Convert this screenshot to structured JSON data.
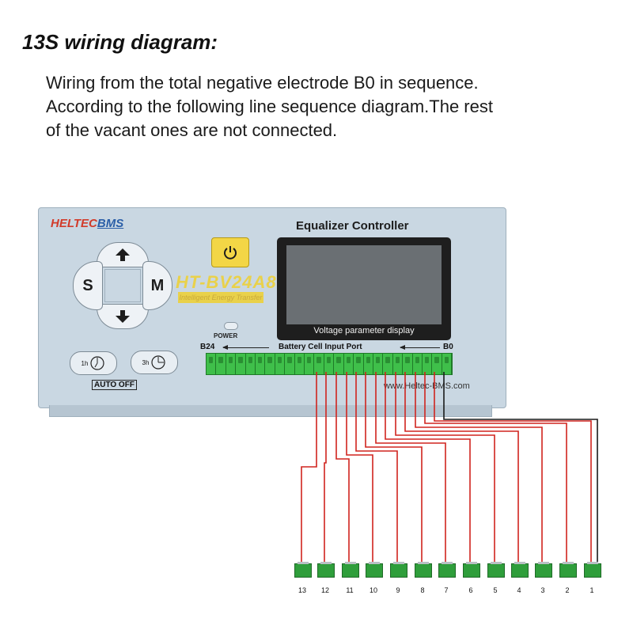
{
  "heading": "13S wiring diagram:",
  "description_lines": [
    "Wiring from the total negative electrode B0 in sequence.",
    "According to the following line sequence diagram.The rest",
    "of the vacant ones are not connected."
  ],
  "device": {
    "brand_left": "HELTEC",
    "brand_right": "BMS",
    "title": "Equalizer Controller",
    "model": "HT-BV24A8",
    "model_subtitle": "Intelligent Energy Transfer",
    "power_label": "POWER",
    "screen_caption": "Voltage parameter display",
    "port_start": "B24",
    "port_label": "Battery Cell Input Port",
    "port_end": "B0",
    "website": "www.Heltec-BMS.com",
    "auto_off": "AUTO OFF",
    "timer_1": "1h",
    "timer_2": "3h",
    "dpad_left": "S",
    "dpad_right": "M",
    "terminal_pins": 25
  },
  "cells": [
    "13",
    "12",
    "11",
    "10",
    "9",
    "8",
    "7",
    "6",
    "5",
    "4",
    "3",
    "2",
    "1"
  ],
  "colors": {
    "positive_wire": "#d0241e",
    "negative_wire": "#1a1a1a",
    "terminal": "#3fbf4a",
    "cell": "#2f9e3b"
  },
  "icons": [
    "up-arrow-icon",
    "down-arrow-icon",
    "power-icon",
    "clock-icon"
  ]
}
